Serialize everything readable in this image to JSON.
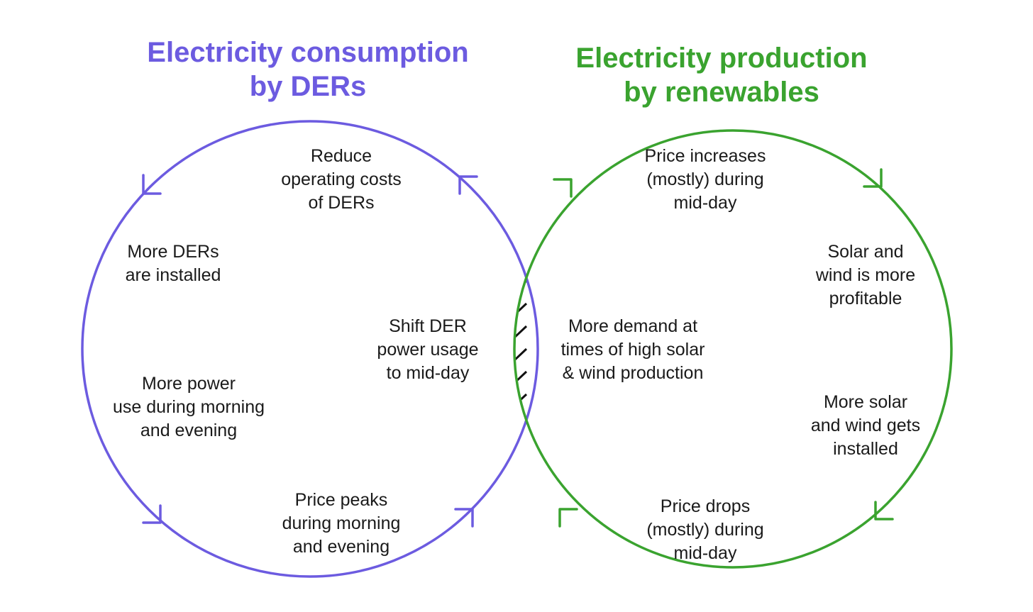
{
  "colors": {
    "consumption": "#6c5be0",
    "production": "#3aa32f",
    "text": "#1a1a1a",
    "hatch": "#111111"
  },
  "titles": {
    "consumption": [
      "Electricity consumption",
      "by DERs"
    ],
    "production": [
      "Electricity production",
      "by renewables"
    ]
  },
  "consumption_cycle": {
    "reduce_costs": [
      "Reduce",
      "operating costs",
      "of DERs"
    ],
    "more_ders": [
      "More DERs",
      "are installed"
    ],
    "more_power_use": [
      "More power",
      "use during morning",
      "and evening"
    ],
    "price_peaks": [
      "Price peaks",
      "during morning",
      "and evening"
    ],
    "shift_usage": [
      "Shift DER",
      "power usage",
      "to mid-day"
    ]
  },
  "production_cycle": {
    "price_increases": [
      "Price increases",
      "(mostly) during",
      "mid-day"
    ],
    "profitable": [
      "Solar and",
      "wind is more",
      "profitable"
    ],
    "more_installed": [
      "More solar",
      "and wind gets",
      "installed"
    ],
    "price_drops": [
      "Price drops",
      "(mostly) during",
      "mid-day"
    ],
    "more_demand": [
      "More demand at",
      "times of high solar",
      "& wind production"
    ]
  }
}
